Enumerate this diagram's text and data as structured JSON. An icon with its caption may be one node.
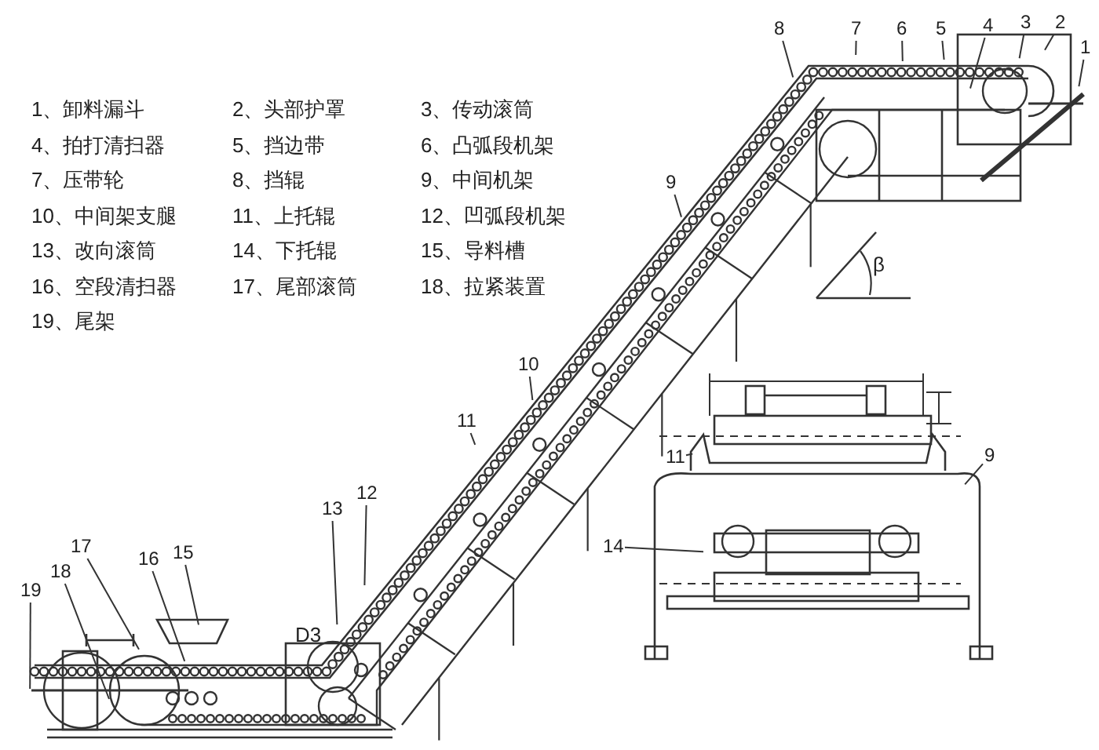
{
  "diagram": {
    "nodes": [
      {
        "text": [
          "8"
        ]
      },
      {
        "text": [
          "7"
        ]
      },
      {
        "text": [
          "6"
        ]
      },
      {
        "text": [
          "5"
        ]
      },
      {
        "text": [
          "4"
        ]
      },
      {
        "text": [
          "3"
        ]
      },
      {
        "text": [
          "2"
        ]
      },
      {
        "text": [
          "1"
        ]
      },
      {
        "text": [
          "9"
        ]
      },
      {
        "text": [
          "10"
        ]
      },
      {
        "text": [
          "11"
        ]
      },
      {
        "text": [
          "12"
        ]
      },
      {
        "text": [
          "13"
        ]
      },
      {
        "text": [
          "19"
        ]
      },
      {
        "text": [
          "18"
        ]
      },
      {
        "text": [
          "17"
        ]
      },
      {
        "text": [
          "16"
        ]
      },
      {
        "text": [
          "15"
        ]
      },
      {
        "text": [
          "11"
        ]
      },
      {
        "text": [
          "14"
        ]
      },
      {
        "text": [
          "9"
        ]
      }
    ],
    "edges": [
      {
        "from": 0,
        "to": null,
        "arrow": "none"
      },
      {
        "from": 1,
        "to": null,
        "arrow": "none"
      },
      {
        "from": 2,
        "to": null,
        "arrow": "none"
      },
      {
        "from": 3,
        "to": null,
        "arrow": "none"
      },
      {
        "from": 4,
        "to": null,
        "arrow": "none"
      },
      {
        "from": 5,
        "to": null,
        "arrow": "none"
      },
      {
        "from": 6,
        "to": null,
        "arrow": "none"
      },
      {
        "from": 7,
        "to": null,
        "arrow": "none"
      },
      {
        "from": 8,
        "to": null,
        "arrow": "none"
      },
      {
        "from": 9,
        "to": null,
        "arrow": "none"
      },
      {
        "from": 10,
        "to": null,
        "arrow": "none"
      },
      {
        "from": 11,
        "to": null,
        "arrow": "none"
      },
      {
        "from": 12,
        "to": null,
        "arrow": "none"
      },
      {
        "from": 13,
        "to": null,
        "arrow": "none"
      },
      {
        "from": 14,
        "to": null,
        "arrow": "none"
      },
      {
        "from": 15,
        "to": null,
        "arrow": "none"
      },
      {
        "from": 16,
        "to": null,
        "arrow": "none"
      },
      {
        "from": 17,
        "to": null,
        "arrow": "none"
      },
      {
        "from": 18,
        "to": null,
        "arrow": "none"
      },
      {
        "from": 19,
        "to": null,
        "arrow": "none"
      },
      {
        "from": 20,
        "to": null,
        "arrow": "none"
      }
    ],
    "labels": [
      "1、卸料漏斗",
      "2、头部护罩",
      "3、传动滚筒",
      "4、拍打清扫器",
      "5、挡边带",
      "6、凸弧段机架",
      "7、压带轮",
      "8、挡辊",
      "9、中间机架",
      "10、中间架支腿",
      "11、上托辊",
      "12、凹弧段机架",
      "13、改向滚筒",
      "14、下托辊",
      "15、导料槽",
      "16、空段清扫器",
      "17、尾部滚筒",
      "18、拉紧装置",
      "19、尾架",
      "β",
      "D3"
    ]
  }
}
